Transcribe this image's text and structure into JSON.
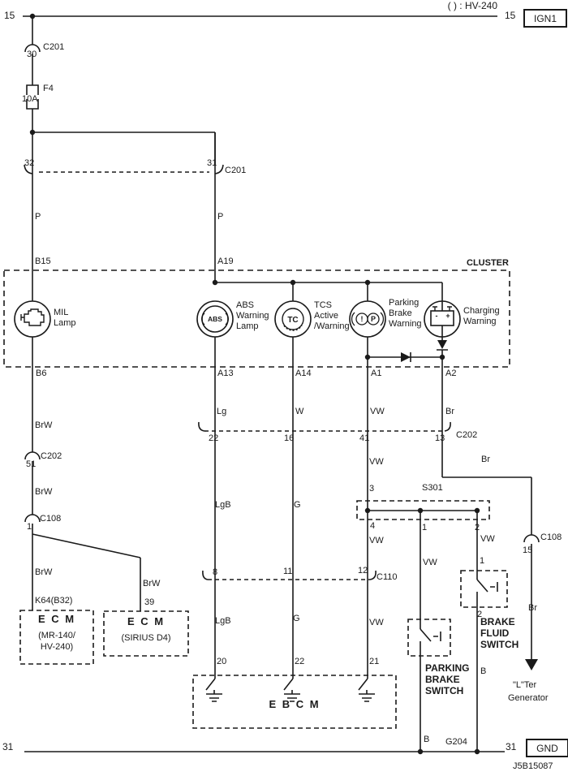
{
  "colors": {
    "ink": "#1a1a1a",
    "bg": "#ffffff"
  },
  "labels": {
    "pin15_left": "15",
    "note": "( ) : HV-240",
    "pin15_right": "15",
    "ign1": "IGN1",
    "c201_30": "30",
    "c201_top": "C201",
    "fuse_name": "F4",
    "fuse_rating": "10A",
    "c201_32": "32",
    "c201_31": "31",
    "c201_row": "C201",
    "p_left": "P",
    "p_right": "P",
    "b15": "B15",
    "a19": "A19",
    "cluster": "CLUSTER",
    "b6": "B6",
    "a13": "A13",
    "a14": "A14",
    "a1": "A1",
    "a2": "A2",
    "brw_b6": "BrW",
    "lg": "Lg",
    "w": "W",
    "vw_a1": "VW",
    "br_a2": "Br",
    "c202_22": "22",
    "c202_16": "16",
    "c202_41": "41",
    "c202_13": "13",
    "c202_row": "C202",
    "c202_51": "51",
    "c202_51_label": "C202",
    "brw_51": "BrW",
    "c108_1": "1",
    "c108_1_label": "C108",
    "lgb_upper": "LgB",
    "g_upper": "G",
    "vw_41": "VW",
    "s301_3": "3",
    "s301": "S301",
    "s301_4": "4",
    "s301_1": "1",
    "s301_2": "2",
    "br_upper": "Br",
    "c108_15": "15",
    "c108_15_label": "C108",
    "br_lower": "Br",
    "vw_12": "VW",
    "vw_parking": "VW",
    "vw_fluid": "VW",
    "fluid_pin1": "1",
    "c110_8": "8",
    "c110_11": "11",
    "c110_12": "12",
    "c110_row": "C110",
    "lgb_lower": "LgB",
    "g_lower": "G",
    "vw_21": "VW",
    "brw_ecm1": "BrW",
    "ecm1_pin": "K64(B32)",
    "brw_ecm2": "BrW",
    "ecm2_pin": "39",
    "ebcm_20": "20",
    "ebcm_22": "22",
    "ebcm_21": "21",
    "fluid_pin2": "2",
    "b_fluid": "B",
    "b_parking": "B",
    "g204": "G204",
    "gen_line1": "\"L\"Ter",
    "gen_line2": "Generator",
    "pin31_left": "31",
    "pin31_right": "31",
    "gnd": "GND",
    "code": "J5B15087"
  },
  "lamps": {
    "mil": [
      "MIL",
      "Lamp"
    ],
    "abs": [
      "ABS",
      "Warning",
      "Lamp"
    ],
    "tcs": [
      "TCS",
      "Active",
      "/Warning"
    ],
    "parking": [
      "Parking",
      "Brake",
      "Warning"
    ],
    "charging": [
      "Charging",
      "Warning"
    ]
  },
  "icons": {
    "abs": "ABS",
    "tc": "TC",
    "excl": "!",
    "p": "P",
    "minus": "-",
    "plus": "+"
  },
  "ecm_1": {
    "title": "E C M",
    "sub1": "(MR-140/",
    "sub2": "HV-240)"
  },
  "ecm_2": {
    "title": "E C M",
    "sub1": "(SIRIUS D4)"
  },
  "ebcm": {
    "title": "E B C M"
  },
  "parking_switch": {
    "line1": "PARKING",
    "line2": "BRAKE",
    "line3": "SWITCH"
  },
  "brake_fluid_switch": {
    "line1": "BRAKE",
    "line2": "FLUID",
    "line3": "SWITCH"
  }
}
